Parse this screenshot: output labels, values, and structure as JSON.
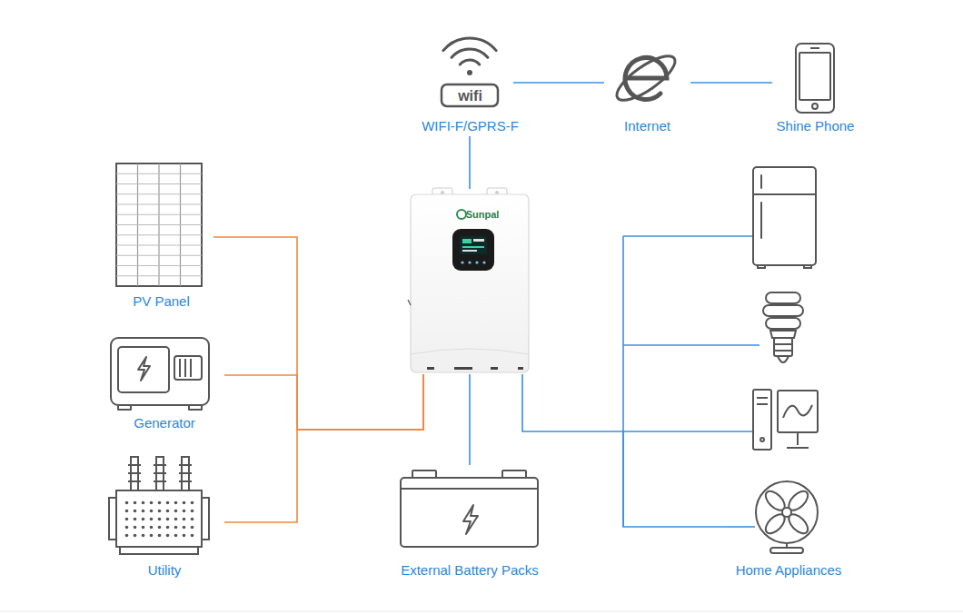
{
  "diagram": {
    "nodes": [
      {
        "text": [
          "wifi",
          "WIFI-F/GPRS-F"
        ]
      },
      {
        "text": [
          "Internet"
        ]
      },
      {
        "text": [
          "Shine Phone"
        ]
      },
      {
        "text": [
          "PV Panel"
        ]
      },
      {
        "text": [
          "Generator"
        ]
      },
      {
        "text": [
          "Utility"
        ]
      },
      {
        "text": [
          "Sunpal"
        ]
      },
      {
        "text": [
          "External Battery Packs"
        ]
      },
      {
        "text": [
          "Home Appliances"
        ]
      }
    ],
    "edges": [
      {
        "from": 0,
        "to": 1,
        "arrow": "none"
      },
      {
        "from": 1,
        "to": 2,
        "arrow": "none"
      },
      {
        "from": 0,
        "to": 6,
        "arrow": "none"
      },
      {
        "from": 3,
        "to": 6,
        "arrow": "none"
      },
      {
        "from": 4,
        "to": 6,
        "arrow": "none"
      },
      {
        "from": 5,
        "to": 6,
        "arrow": "none"
      },
      {
        "from": 6,
        "to": 7,
        "arrow": "none"
      },
      {
        "from": 6,
        "to": 8,
        "arrow": "none"
      }
    ]
  }
}
